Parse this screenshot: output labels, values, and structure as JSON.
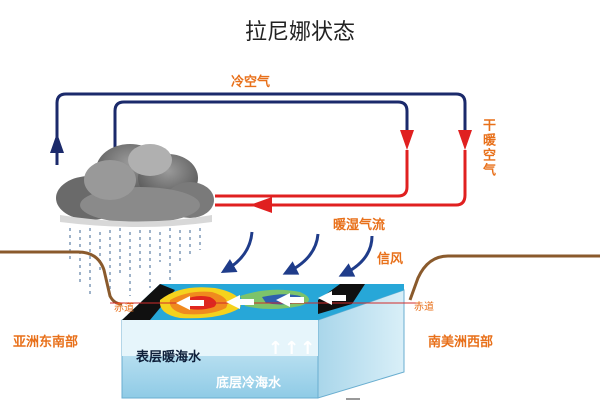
{
  "title": "拉尼娜状态",
  "labels": {
    "cold_air": "冷空气",
    "dry_warm_air": "干暖空气",
    "warm_humid_flow": "暖湿气流",
    "trade_wind": "信风",
    "equator_left": "赤道",
    "equator_right": "赤道",
    "southeast_asia": "亚洲东南部",
    "west_south_america": "南美洲西部",
    "surface_warm_water": "表层暖海水",
    "deep_cold_water": "底层冷海水",
    "upwelling_arrows": "↑↑↑"
  },
  "colors": {
    "cold_loop": "#1b2a6b",
    "warm_loop": "#e02020",
    "label_orange": "#e8701a",
    "ocean_top": "#1aa6d8",
    "ocean_front": "#b9e2f2",
    "wind_arrow": "#1f3c8a"
  }
}
